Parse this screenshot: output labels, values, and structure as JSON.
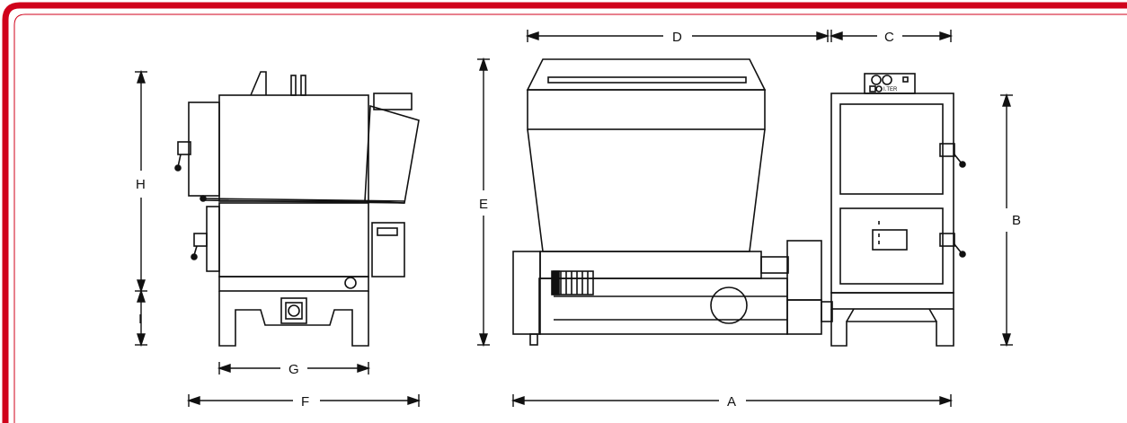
{
  "labels": {
    "A": "A",
    "B": "B",
    "C": "C",
    "D": "D",
    "E": "E",
    "F": "F",
    "G": "G",
    "H": "H",
    "I": "I"
  },
  "panel_text": "I.TER",
  "colors": {
    "frame": "#d0021b",
    "line": "#111111",
    "background": "#ffffff"
  }
}
